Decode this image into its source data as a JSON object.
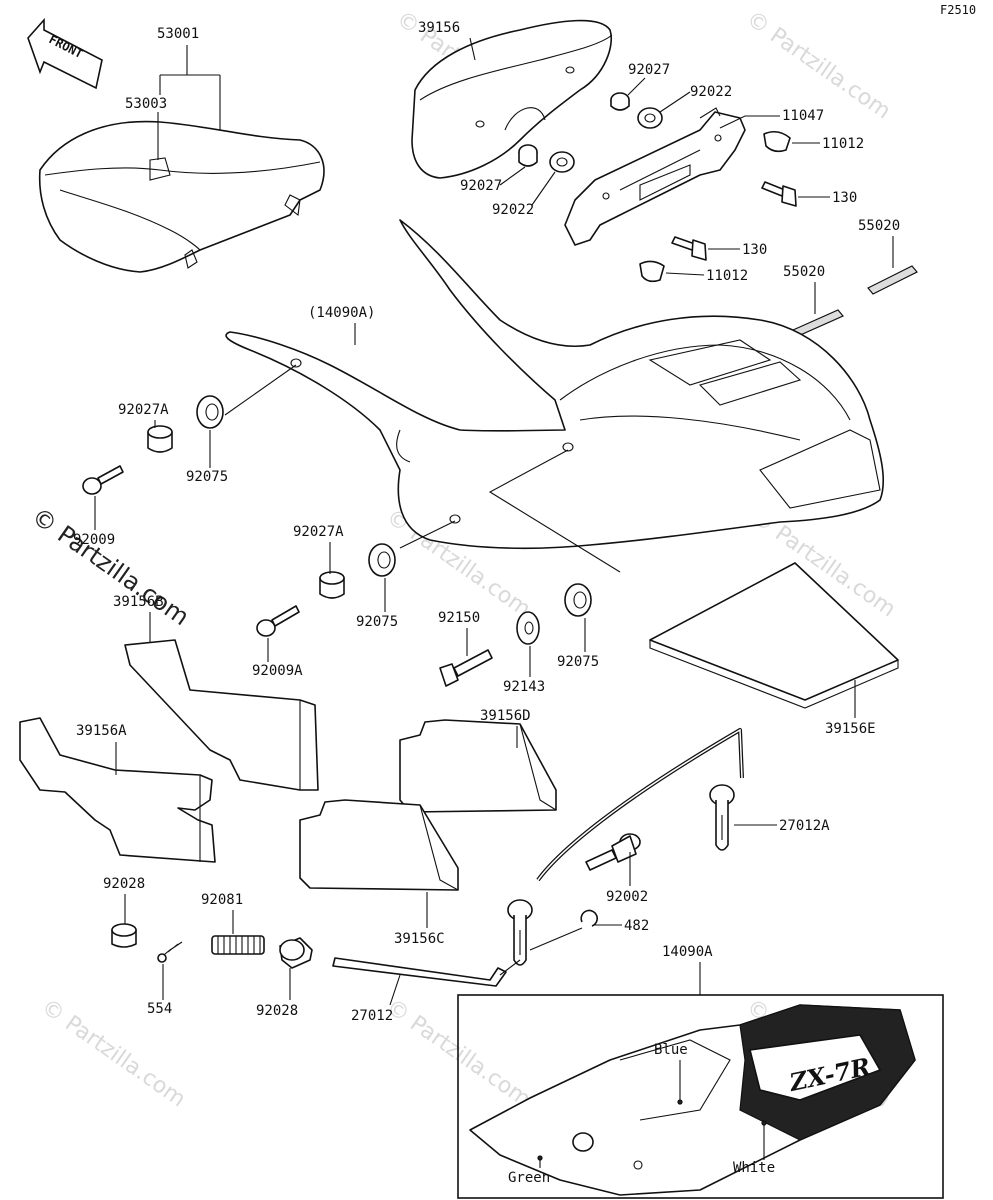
{
  "figure_code": "F2510",
  "front_label": "FRONT",
  "watermark": "© Partzilla.com",
  "parts": {
    "p53001": "53001",
    "p53003": "53003",
    "p39156_top": "39156",
    "p92027_top1": "92027",
    "p92022_top1": "92022",
    "p11047": "11047",
    "p11012_top": "11012",
    "p92027_top2": "92027",
    "p92022_top2": "92022",
    "p130_a": "130",
    "p130_b": "130",
    "p11012_b": "11012",
    "p55020_a": "55020",
    "p55020_b": "55020",
    "p14090A_paren": "(14090A)",
    "p92027A_1": "92027A",
    "p92075_1": "92075",
    "p92009": "92009",
    "p92027A_2": "92027A",
    "p92075_2": "92075",
    "p39156B": "39156B",
    "p92009A": "92009A",
    "p92150": "92150",
    "p92143": "92143",
    "p92075_3": "92075",
    "p39156E": "39156E",
    "p39156A": "39156A",
    "p39156D": "39156D",
    "p27012A": "27012A",
    "p39156C": "39156C",
    "p92002": "92002",
    "p482": "482",
    "p92028_a": "92028",
    "p92081": "92081",
    "p554": "554",
    "p92028_b": "92028",
    "p27012": "27012",
    "p14090A": "14090A"
  },
  "decal": {
    "blue": "Blue",
    "green": "Green",
    "white": "White",
    "logo": "ZX-7R"
  }
}
